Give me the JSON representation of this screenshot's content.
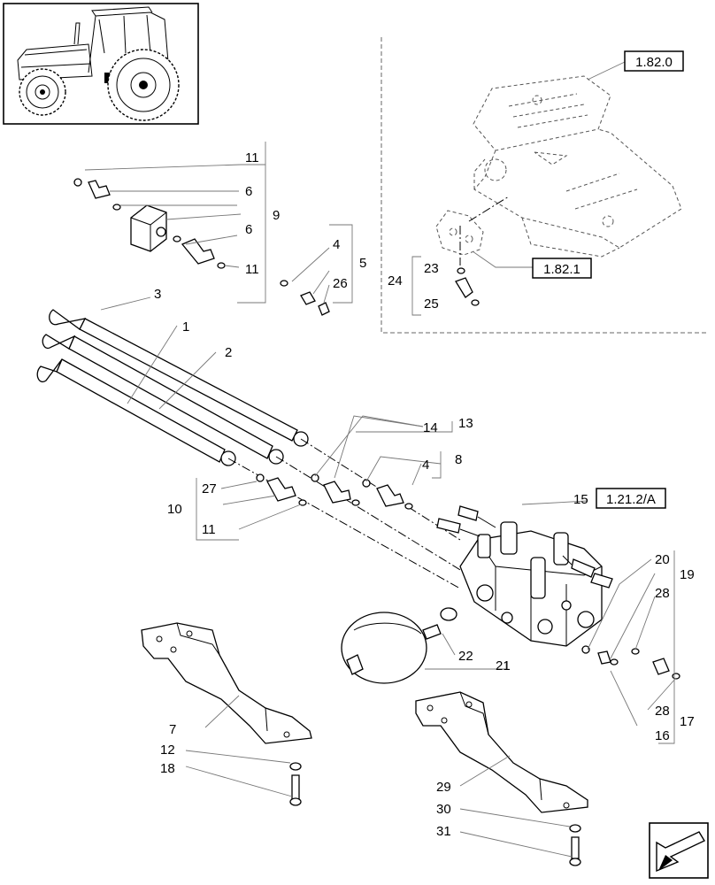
{
  "reference_boxes": {
    "transmission": "1.82.0",
    "pump_flange": "1.82.1",
    "valve_block": "1.21.2/A"
  },
  "labels": {
    "p1": "1",
    "p2": "2",
    "p3": "3",
    "p4a": "4",
    "p4b": "4",
    "p5": "5",
    "p6a": "6",
    "p6b": "6",
    "p7": "7",
    "p8": "8",
    "p9": "9",
    "p10": "10",
    "p11a": "11",
    "p11b": "11",
    "p11c": "11",
    "p12": "12",
    "p13": "13",
    "p14": "14",
    "p15": "15",
    "p16": "16",
    "p17": "17",
    "p18": "18",
    "p19": "19",
    "p20": "20",
    "p21": "21",
    "p22": "22",
    "p23": "23",
    "p24": "24",
    "p25": "25",
    "p26": "26",
    "p27": "27",
    "p28a": "28",
    "p28b": "28",
    "p29": "29",
    "p30": "30",
    "p31": "31"
  },
  "icons": {
    "thumbnail": "tractor-icon",
    "navigation": "next-page-arrow-icon"
  }
}
